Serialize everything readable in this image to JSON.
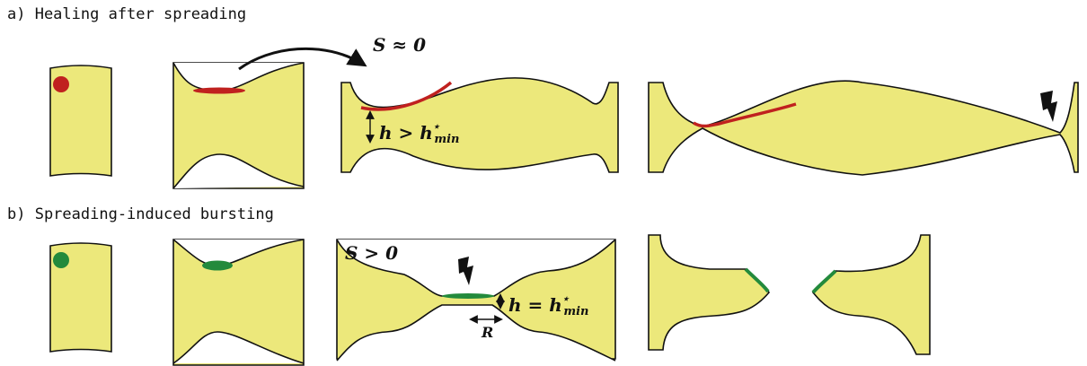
{
  "panels": {
    "a": {
      "label": "a) Healing after spreading",
      "condition": {
        "var": "S",
        "op": "≈",
        "value": "0"
      },
      "thickness": {
        "var": "h",
        "op": ">",
        "sym": "h",
        "sup": "⋆",
        "sub": "min"
      }
    },
    "b": {
      "label": "b) Spreading-induced bursting",
      "condition": {
        "var": "S",
        "op": ">",
        "value": "0"
      },
      "thickness": {
        "var": "h",
        "op": "=",
        "sym": "h",
        "sup": "⋆",
        "sub": "min"
      },
      "radius": "R"
    }
  },
  "colors": {
    "film": "#ece87b",
    "outline": "#111111",
    "contaminant_a": "#c0211f",
    "contaminant_b": "#238a3c"
  },
  "icons": [
    "lightning-bolt-icon",
    "curved-arrow-icon",
    "double-arrow-icon"
  ]
}
